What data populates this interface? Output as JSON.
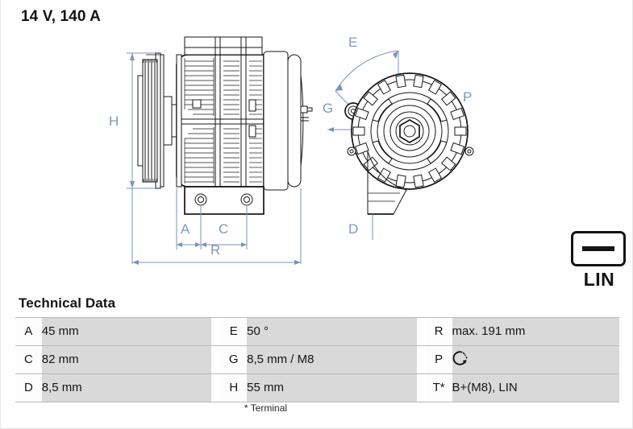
{
  "header": {
    "title": "14 V, 140 A"
  },
  "badge": {
    "name": "lin-badge",
    "icon": "minus-bar-icon",
    "label": "LIN"
  },
  "drawings": {
    "side_view": {
      "name": "alternator-side-view",
      "dimension_labels": [
        "H",
        "A",
        "C",
        "R"
      ]
    },
    "front_view": {
      "name": "alternator-front-view",
      "dimension_labels": [
        "E",
        "G",
        "P",
        "D"
      ]
    }
  },
  "technical_data": {
    "heading": "Technical Data",
    "rows": [
      {
        "c1_key": "A",
        "c1_value": "45 mm",
        "c2_key": "E",
        "c2_value": "50 °",
        "c3_key": "R",
        "c3_value": "max. 191 mm"
      },
      {
        "c1_key": "C",
        "c1_value": "82 mm",
        "c2_key": "G",
        "c2_value": "8,5 mm / M8",
        "c3_key": "P",
        "c3_value": "",
        "c3_icon": "clockwise-rotation-icon"
      },
      {
        "c1_key": "D",
        "c1_value": "8,5 mm",
        "c2_key": "H",
        "c2_value": "55 mm",
        "c3_key": "T*",
        "c3_value": "B+(M8), LIN"
      }
    ],
    "footnote": "* Terminal"
  },
  "colors": {
    "dimension_line": "#7d93b4",
    "dimension_text": "#8496b3",
    "drawing_stroke": "#161616",
    "value_cell_bg": "#d9d9d9",
    "key_cell_bg": "#fdfdfd",
    "table_border": "#b9b9b9"
  }
}
